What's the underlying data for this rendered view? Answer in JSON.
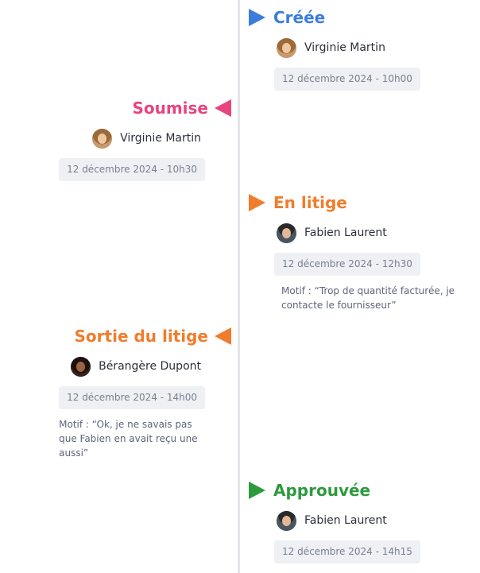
{
  "colors": {
    "created": "#3b7ddd",
    "submitted": "#e8447f",
    "dispute": "#f07d2c",
    "approved": "#2e9a3e",
    "line": "#e3e5ea"
  },
  "events": [
    {
      "status": "Créée",
      "side": "right",
      "person": "Virginie Martin",
      "avatar": "woman-avatar",
      "date": "12 décembre 2024 - 10h00"
    },
    {
      "status": "Soumise",
      "side": "left",
      "person": "Virginie Martin",
      "avatar": "woman-avatar",
      "date": "12 décembre 2024 - 10h30"
    },
    {
      "status": "En litige",
      "side": "right",
      "person": "Fabien Laurent",
      "avatar": "man-avatar",
      "date": "12 décembre 2024 - 12h30",
      "motif": "Motif : “Trop de quantité facturée, je contacte le fournisseur”"
    },
    {
      "status": "Sortie du litige",
      "side": "left",
      "person": "Bérangère Dupont",
      "avatar": "woman-avatar",
      "date": "12 décembre 2024 - 14h00",
      "motif": "Motif : “Ok, je ne savais pas que Fabien en avait reçu une aussi”"
    },
    {
      "status": "Approuvée",
      "side": "right",
      "person": "Fabien Laurent",
      "avatar": "man-avatar",
      "date": "12 décembre 2024 - 14h15"
    }
  ]
}
